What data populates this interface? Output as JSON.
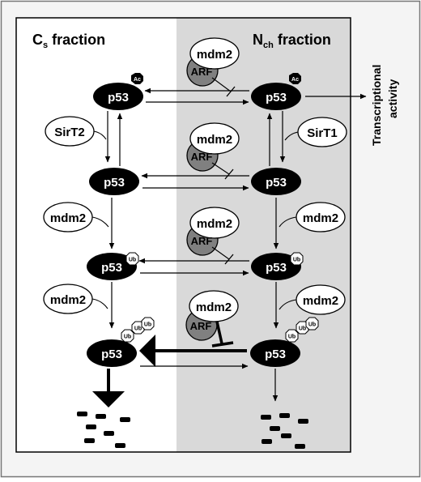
{
  "compartments": {
    "left_title_main": "C",
    "left_title_sub": "s",
    "left_title_rest": " fraction",
    "right_title_main": "N",
    "right_title_sub": "ch",
    "right_title_rest": " fraction"
  },
  "labels": {
    "p53": "p53",
    "mdm2": "mdm2",
    "arf": "ARF",
    "sirt2": "SirT2",
    "sirt1": "SirT1",
    "ac": "Ac",
    "ub": "Ub"
  },
  "output": {
    "line1": "Transcriptional",
    "line2": "activity"
  },
  "colors": {
    "nuclear_bg": "#d9d9d9",
    "cyto_bg": "#ffffff",
    "protein_fill": "#000000",
    "arf_fill": "#808080",
    "frame": "#555555"
  }
}
